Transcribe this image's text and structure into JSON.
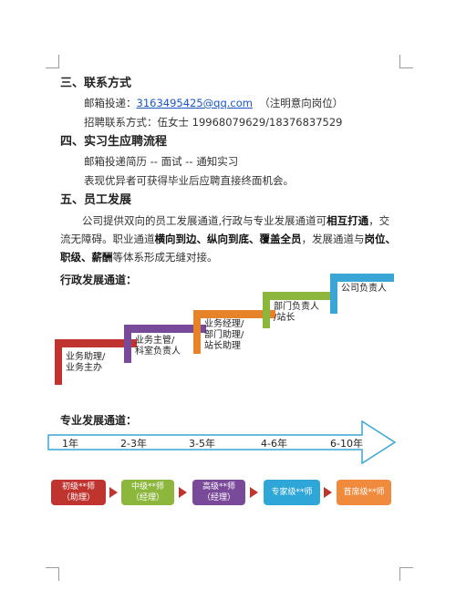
{
  "section3": {
    "title": "三、联系方式",
    "email_label": "邮箱投递：",
    "email": "3163495425@qq.com",
    "email_note": "（注明意向岗位）",
    "contact": "招聘联系方式：伍女士  19968079629/18376837529"
  },
  "section4": {
    "title": "四、实习生应聘流程",
    "line1": "邮箱投递简历 -- 面试 -- 通知实习",
    "line2": "表现优异者可获得毕业后应聘直接终面机会。"
  },
  "section5": {
    "title": "五、员工发展",
    "p_a": "公司提供双向的员工发展通道,行政与专业发展通道可",
    "p_b": "相互打通",
    "p_c": "，交流无障碍。职业通道",
    "p_d": "横向到边、纵向到底、覆盖全员",
    "p_e": "，发展通道与",
    "p_f": "岗位、职级、薪酬",
    "p_g": "等体系形成无缝对接。"
  },
  "admin": {
    "title": "行政发展通道：",
    "steps": [
      {
        "label": "业务助理/\n业务主办",
        "color": "#c0342f"
      },
      {
        "label": "业务主管/\n科室负责人",
        "color": "#7a4a9a"
      },
      {
        "label": "业务经理/\n部门助理/\n站长助理",
        "color": "#e5822a"
      },
      {
        "label": "部门负责人\n/站长",
        "color": "#8cb63c"
      },
      {
        "label": "公司负责人",
        "color": "#3aa6d6"
      }
    ]
  },
  "pro": {
    "title": "专业发展通道：",
    "years": [
      "1年",
      "2-3年",
      "3-5年",
      "4-6年",
      "6-10年"
    ],
    "levels": [
      {
        "line1": "初级**师",
        "line2": "（助理）",
        "color": "#c0342f"
      },
      {
        "line1": "中级**师",
        "line2": "（经理）",
        "color": "#8cb63c"
      },
      {
        "line1": "高级**师",
        "line2": "（经理）",
        "color": "#7a4a9a"
      },
      {
        "line1": "专家级**师",
        "line2": "",
        "color": "#2fa6d8"
      },
      {
        "line1": "首席级**师",
        "line2": "",
        "color": "#f08a3c"
      }
    ]
  }
}
